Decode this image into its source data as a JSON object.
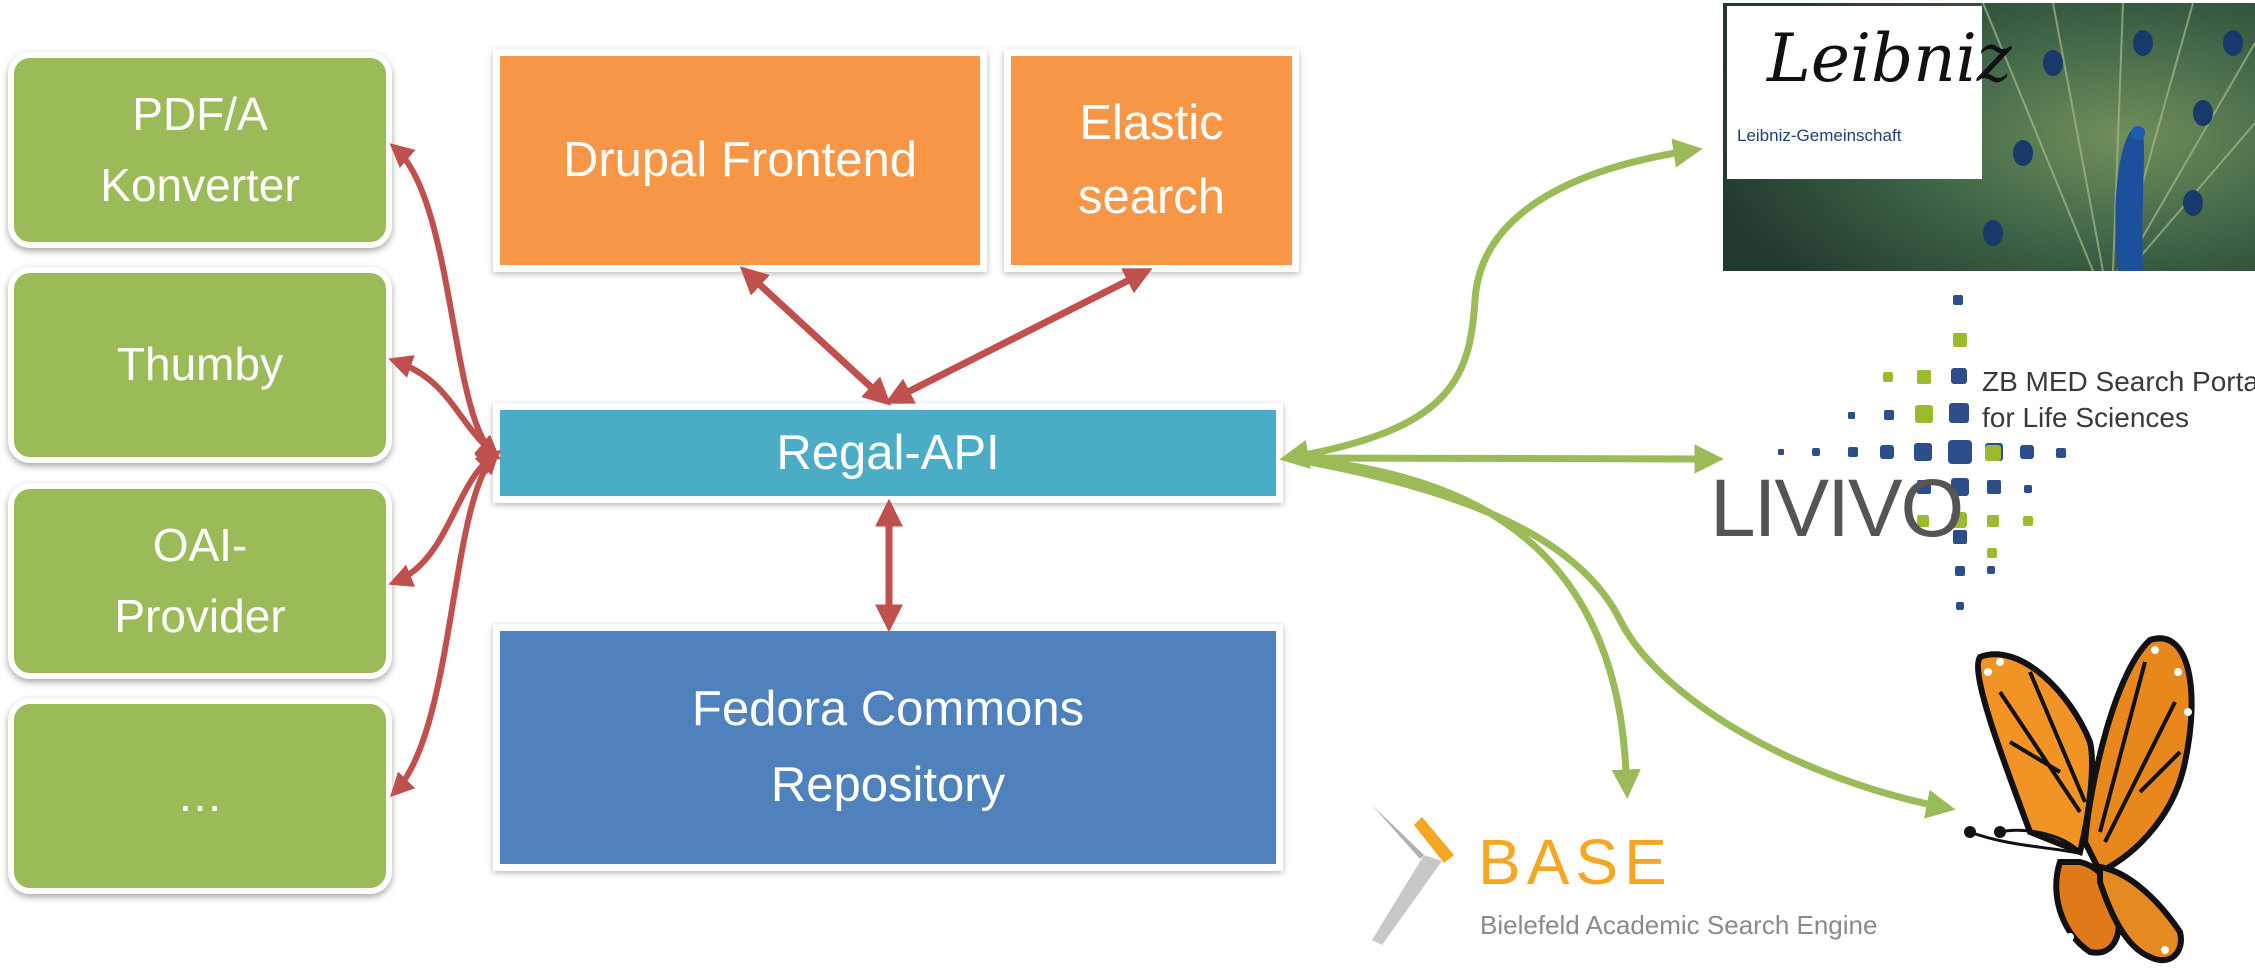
{
  "services": [
    {
      "label": "PDF/A\nKonverter"
    },
    {
      "label": "Thumby"
    },
    {
      "label": "OAI-\nProvider"
    },
    {
      "label": "…"
    }
  ],
  "drupal": {
    "label": "Drupal Frontend"
  },
  "elastic": {
    "label": "Elastic\nsearch"
  },
  "regal": {
    "label": "Regal-API"
  },
  "fedora": {
    "label": "Fedora Commons\nRepository"
  },
  "targets": {
    "leibniz": {
      "logo_text": "Leibniz",
      "caption": "Leibniz-Gemeinschaft"
    },
    "livivo": {
      "wordmark": "LIVIVO",
      "tagline_line1": "ZB MED Search Portal",
      "tagline_line2": "for Life Sciences"
    },
    "base": {
      "wordmark": "BASE",
      "caption": "Bielefeld Academic Search Engine"
    }
  },
  "colors": {
    "green": "#9bbb59",
    "orange": "#f79646",
    "teal": "#4bacc6",
    "blue": "#4f81bd",
    "red_arrow": "#c0504d",
    "green_arrow": "#9bbb59"
  }
}
